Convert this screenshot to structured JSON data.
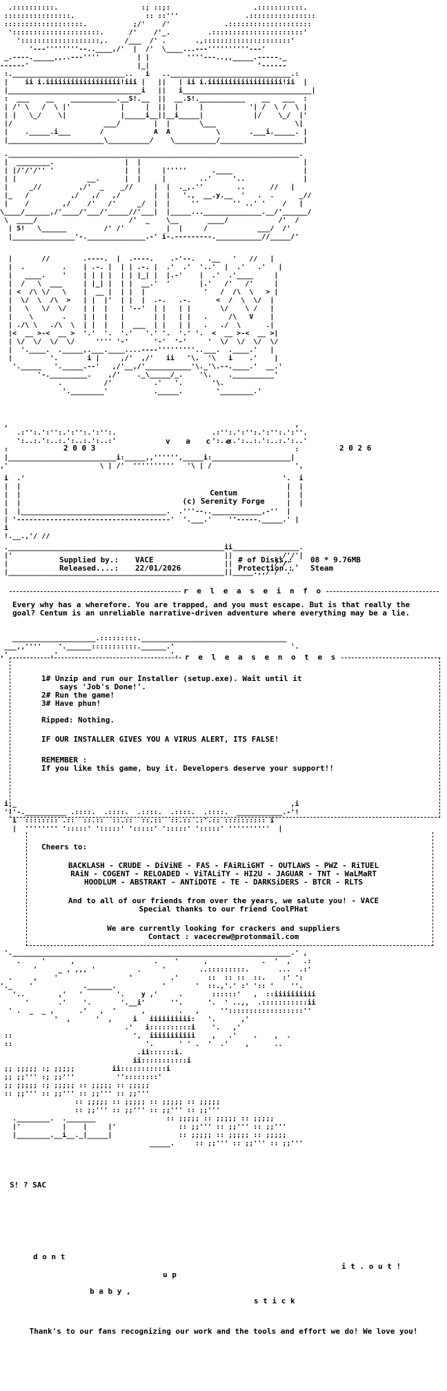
{
  "header": {
    "year_left": "2 0 0 3",
    "year_right": "2 0 2 6",
    "group_spaced": "v a c e"
  },
  "game": {
    "title": "Centum",
    "publisher": "(c) Serenity Forge"
  },
  "details": {
    "supplied_label": "Supplied by.:",
    "supplied_value": "VACE",
    "released_label": "Released....:",
    "released_value": "22/01/2026",
    "disks_label": "# of Disks.:",
    "disks_value": "08 * 9.76MB",
    "protection_label": "Protection.:",
    "protection_value": "Steam"
  },
  "release_info": {
    "title": "r e l e a s e  i n f o",
    "text": "Every why has a wherefore. You are trapped, and you must escape. But is that really the goal? Centum is an unreliable narrative-driven adventure where everything may be a lie."
  },
  "release_notes": {
    "title": "r e l e a s e  n o t e s",
    "step1": "1# Unzip and run our Installer (setup.exe). Wait until it",
    "step1b": "says 'Job's Done!'.",
    "step2": "2# Run the game!",
    "step3": "3# Have phun!",
    "ripped": "Ripped: Nothing.",
    "virus": "IF OUR INSTALLER GIVES YOU A VIRUS ALERT, ITS FALSE!",
    "remember": "REMEMBER :",
    "support": "If you like this game, buy it. Developers deserve your support!!"
  },
  "greets": {
    "cheers": "Cheers to:",
    "line1": "BACKLASH - CRUDE - DiViNE - FAS - FAiRLiGHT - OUTLAWS - PWZ - RiTUEL",
    "line2": "RAiN - COGENT - RELOADED - ViTALiTY - HI2U - JAGUAR - TNT - WaLMaRT",
    "line3": "HOODLUM - ABSTRAKT - ANTiDOTE - TE - DARKSiDERS - BTCR - RLTS",
    "friends1": "And to all of our friends from over the years, we salute you! - VACE",
    "friends2": "Special thanks to our friend CoolPHat",
    "looking": "We are currently looking for crackers and suppliers",
    "contact": "Contact : vacecrew@protonmail.com"
  },
  "footer": {
    "sig": "S! ? SAC",
    "dont": "d o n t",
    "up": "u p",
    "baby": "b a b y ,",
    "it_out": "i t . o u t !",
    "stick": "s t i c k",
    "thanks": "Thank's to our fans recognizing our work and the tools and effort we do! We love you!"
  }
}
